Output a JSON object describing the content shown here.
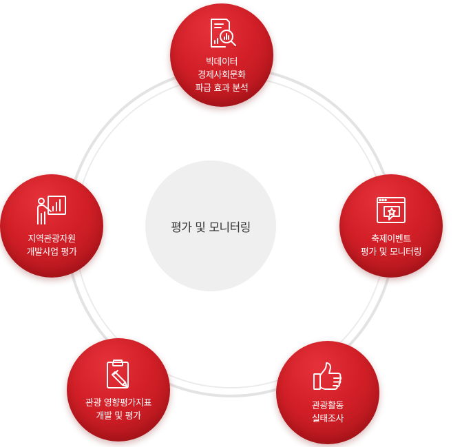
{
  "center": {
    "label": "평가 및 모니터링"
  },
  "nodes": {
    "bigdata": {
      "icon": "report-magnifier-icon",
      "lines": [
        "빅데이터",
        "경제사회문화",
        "파급 효과 분석"
      ]
    },
    "festival": {
      "icon": "browser-star-chat-icon",
      "lines": [
        "축제이벤트",
        "평가 및 모니터링"
      ]
    },
    "activity": {
      "icon": "thumbs-up-icon",
      "lines": [
        "관광활동",
        "실태조사"
      ]
    },
    "index": {
      "icon": "clipboard-pencil-icon",
      "lines": [
        "관광 영향평가지표",
        "개발 및 평가"
      ]
    },
    "regional": {
      "icon": "presenter-board-icon",
      "lines": [
        "지역관광자원",
        "개발사업 평가"
      ]
    }
  },
  "colors": {
    "node_red": "#d21f27",
    "ring": "#e3e3e3",
    "center_fill": "#efefef",
    "center_text": "#333333"
  }
}
